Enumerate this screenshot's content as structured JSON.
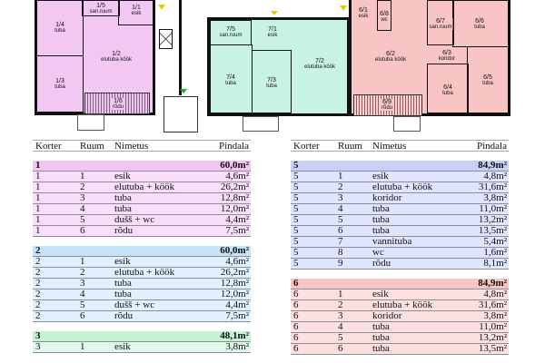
{
  "floor_plan": {
    "apartment_1": [
      {
        "id": "1/1",
        "name": "esik"
      },
      {
        "id": "1/2",
        "name": "elutuba köök"
      },
      {
        "id": "1/3",
        "name": "tuba"
      },
      {
        "id": "1/4",
        "name": "tuba"
      },
      {
        "id": "1/5",
        "name": "san.ruum"
      },
      {
        "id": "1/6",
        "name": "rõdu"
      }
    ],
    "apartment_7": [
      {
        "id": "7/1",
        "name": "esik"
      },
      {
        "id": "7/2",
        "name": "elutuba köök"
      },
      {
        "id": "7/3",
        "name": "tuba"
      },
      {
        "id": "7/4",
        "name": "tuba"
      },
      {
        "id": "7/5",
        "name": "san.ruum"
      }
    ],
    "apartment_6": [
      {
        "id": "6/1",
        "name": "esik"
      },
      {
        "id": "6/2",
        "name": "elutuba köök"
      },
      {
        "id": "6/3",
        "name": "koridor"
      },
      {
        "id": "6/4",
        "name": "tuba"
      },
      {
        "id": "6/5",
        "name": "tuba"
      },
      {
        "id": "6/6",
        "name": "tuba"
      },
      {
        "id": "6/7",
        "name": "san.ruum"
      },
      {
        "id": "6/8",
        "name": "wc"
      },
      {
        "id": "6/9",
        "name": "rõdu"
      }
    ],
    "colors": {
      "apt1": "#f2c8f2",
      "apt7": "#c8f2e2",
      "apt6": "#f8c4c4"
    }
  },
  "headers": {
    "korter": "Korter",
    "ruum": "Ruum",
    "nimetus": "Nimetus",
    "pindala": "Pindala"
  },
  "tables": {
    "left": [
      {
        "korter": "1",
        "total": "60,0m²",
        "head": "#f2c4f2",
        "bg": "#f8def8",
        "rows": [
          [
            "1",
            "1",
            "esik",
            "4,6m²"
          ],
          [
            "1",
            "2",
            "elutuba + köök",
            "26,2m²"
          ],
          [
            "1",
            "3",
            "tuba",
            "12,8m²"
          ],
          [
            "1",
            "4",
            "tuba",
            "12,0m²"
          ],
          [
            "1",
            "5",
            "dušš + wc",
            "4,4m²"
          ],
          [
            "1",
            "6",
            "rõdu",
            "7,5m²"
          ]
        ]
      },
      {
        "korter": "2",
        "total": "60,0m²",
        "head": "#c4e2f8",
        "bg": "#e0f0fc",
        "rows": [
          [
            "2",
            "1",
            "esik",
            "4,6m²"
          ],
          [
            "2",
            "2",
            "elutuba + köök",
            "26,2m²"
          ],
          [
            "2",
            "3",
            "tuba",
            "12,8m²"
          ],
          [
            "2",
            "4",
            "tuba",
            "12,0m²"
          ],
          [
            "2",
            "5",
            "dušš + wc",
            "4,4m²"
          ],
          [
            "2",
            "6",
            "rõdu",
            "7,5m²"
          ]
        ]
      },
      {
        "korter": "3",
        "total": "48,1m²",
        "head": "#c4f2d2",
        "bg": "#e0f8e8",
        "rows": [
          [
            "3",
            "1",
            "esik",
            "3,8m²"
          ]
        ]
      }
    ],
    "right": [
      {
        "korter": "5",
        "total": "84,9m²",
        "head": "#c8d0f8",
        "bg": "#e0e4fc",
        "rows": [
          [
            "5",
            "1",
            "esik",
            "4,8m²"
          ],
          [
            "5",
            "2",
            "elutuba + köök",
            "31,6m²"
          ],
          [
            "5",
            "3",
            "koridor",
            "3,8m²"
          ],
          [
            "5",
            "4",
            "tuba",
            "11,0m²"
          ],
          [
            "5",
            "5",
            "tuba",
            "13,2m²"
          ],
          [
            "5",
            "6",
            "tuba",
            "13,5m²"
          ],
          [
            "5",
            "7",
            "vannituba",
            "5,4m²"
          ],
          [
            "5",
            "8",
            "wc",
            "1,6m²"
          ],
          [
            "5",
            "9",
            "rõdu",
            "8,1m²"
          ]
        ]
      },
      {
        "korter": "6",
        "total": "84,9m²",
        "head": "#f8c4c4",
        "bg": "#fce0e0",
        "rows": [
          [
            "6",
            "1",
            "esik",
            "4,8m²"
          ],
          [
            "6",
            "2",
            "elutuba + köök",
            "31,6m²"
          ],
          [
            "6",
            "3",
            "koridor",
            "3,8m²"
          ],
          [
            "6",
            "4",
            "tuba",
            "11,0m²"
          ],
          [
            "6",
            "5",
            "tuba",
            "13,2m²"
          ],
          [
            "6",
            "6",
            "tuba",
            "13,5m²"
          ]
        ]
      }
    ]
  }
}
